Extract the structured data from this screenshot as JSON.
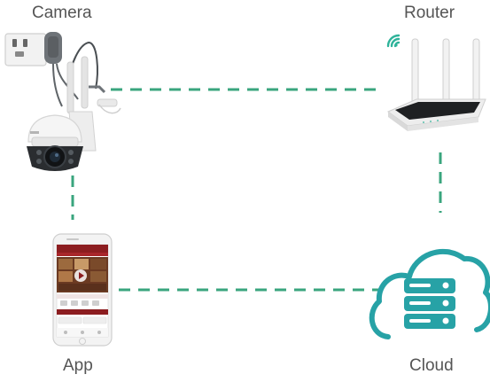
{
  "labels": {
    "camera": "Camera",
    "router": "Router",
    "app": "App",
    "cloud": "Cloud"
  },
  "icons": {
    "camera": "ptz-security-camera-icon",
    "router": "wifi-router-icon",
    "app": "smartphone-app-icon",
    "cloud": "cloud-server-icon",
    "wifi": "wifi-signal-icon"
  },
  "colors": {
    "connector": "#3aa57e",
    "cloud": "#27a2a6",
    "wifi": "#2fb39a",
    "label": "#555555",
    "app_accent": "#8c1d20"
  }
}
